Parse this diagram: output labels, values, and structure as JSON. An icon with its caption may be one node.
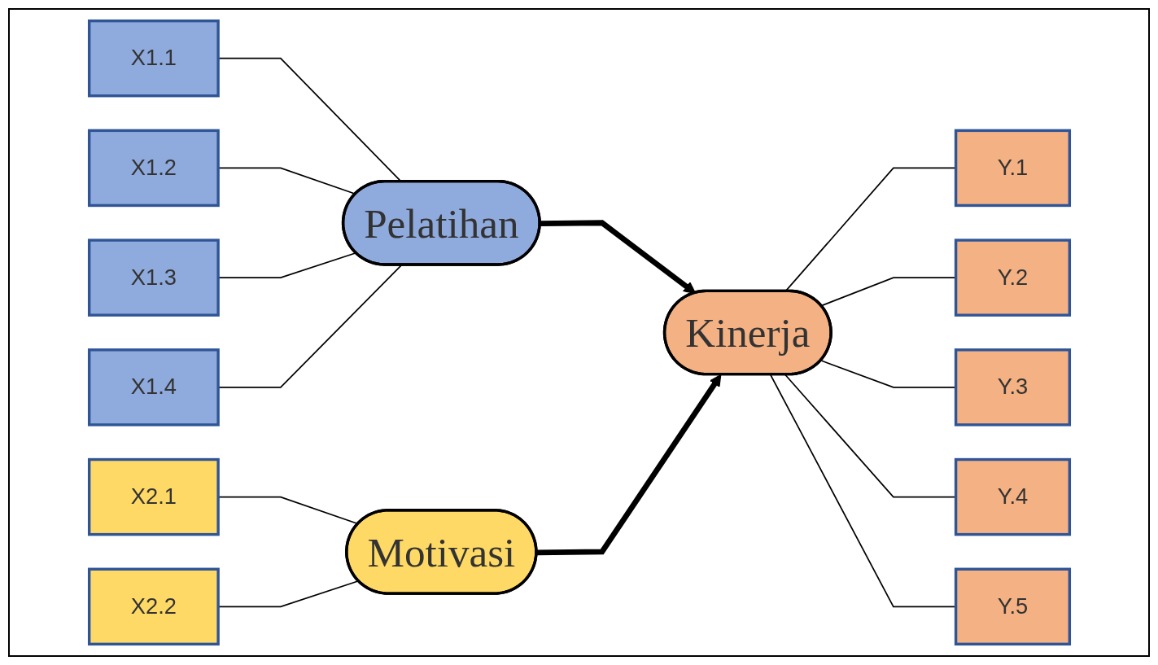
{
  "diagram": {
    "nodes": [
      {
        "text": [
          "Pelatihan"
        ]
      },
      {
        "text": [
          "Kinerja"
        ]
      },
      {
        "text": [
          "Motivasi"
        ]
      },
      {
        "text": [
          "X1.1"
        ]
      },
      {
        "text": [
          "X1.2"
        ]
      },
      {
        "text": [
          "X1.3"
        ]
      },
      {
        "text": [
          "X1.4"
        ]
      },
      {
        "text": [
          "X2.1"
        ]
      },
      {
        "text": [
          "X2.2"
        ]
      },
      {
        "text": [
          "Y.1"
        ]
      },
      {
        "text": [
          "Y.2"
        ]
      },
      {
        "text": [
          "Y.3"
        ]
      },
      {
        "text": [
          "Y.4"
        ]
      },
      {
        "text": [
          "Y.5"
        ]
      }
    ],
    "edges": [
      {
        "from": 3,
        "to": 0,
        "arrow": "none"
      },
      {
        "from": 4,
        "to": 0,
        "arrow": "none"
      },
      {
        "from": 5,
        "to": 0,
        "arrow": "none"
      },
      {
        "from": 6,
        "to": 0,
        "arrow": "none"
      },
      {
        "from": 0,
        "to": 1,
        "arrow": "to",
        "style": "thick"
      },
      {
        "from": 7,
        "to": 2,
        "arrow": "none"
      },
      {
        "from": 8,
        "to": 2,
        "arrow": "none"
      },
      {
        "from": 2,
        "to": 1,
        "arrow": "to",
        "style": "thick"
      },
      {
        "from": 1,
        "to": 9,
        "arrow": "none"
      },
      {
        "from": 1,
        "to": 10,
        "arrow": "none"
      },
      {
        "from": 1,
        "to": 11,
        "arrow": "none"
      },
      {
        "from": 1,
        "to": 12,
        "arrow": "none"
      },
      {
        "from": 1,
        "to": 13,
        "arrow": "none"
      }
    ]
  }
}
